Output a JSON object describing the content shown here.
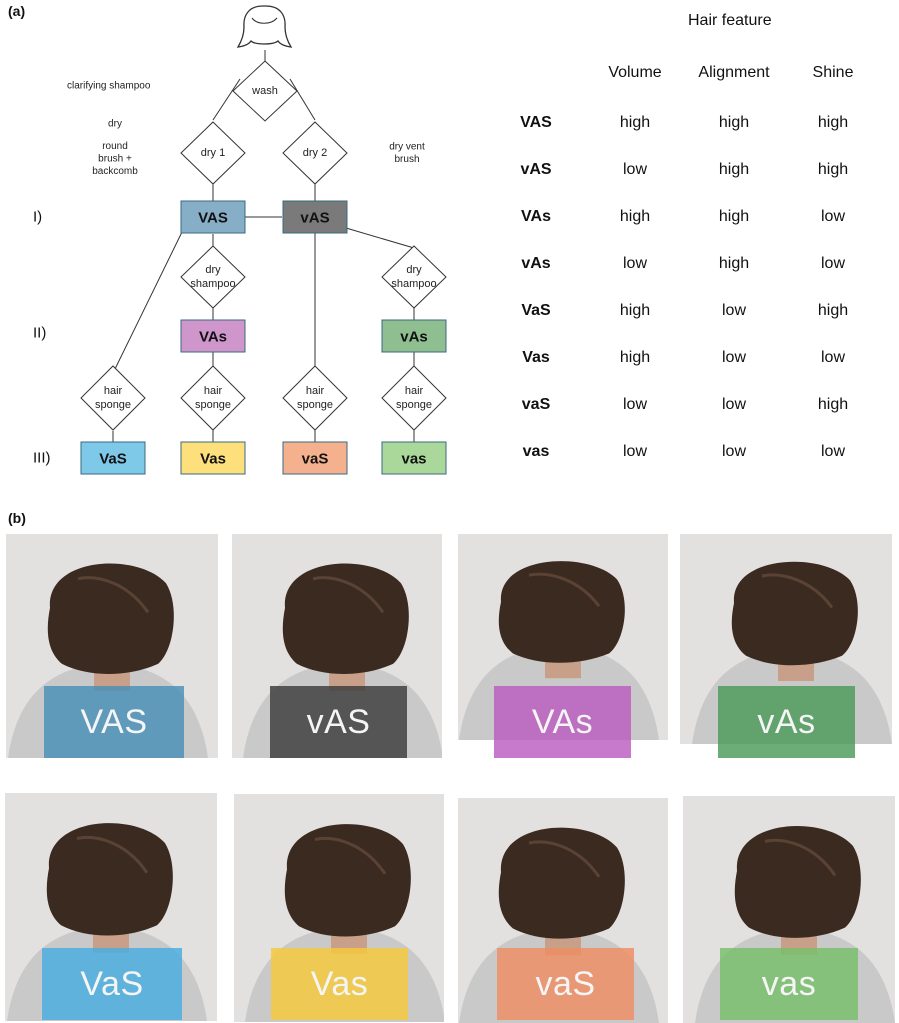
{
  "panel_a_label": "(a)",
  "panel_b_label": "(b)",
  "flow": {
    "notes": {
      "clarifying": "clarifying shampoo",
      "dry": "dry",
      "round_brush": [
        "round",
        "brush +",
        "backcomb"
      ],
      "dry_vent": [
        "dry vent",
        "brush"
      ]
    },
    "decisions": {
      "wash": [
        "wash"
      ],
      "dry1": [
        "dry 1"
      ],
      "dry2": [
        "dry 2"
      ],
      "dryshampoo": [
        "dry",
        "shampoo"
      ],
      "hairsponge": [
        "hair",
        "sponge"
      ]
    },
    "levels": [
      "I)",
      "II)",
      "III)"
    ],
    "states": {
      "VAS": {
        "label": "VAS",
        "color": "#87aec7"
      },
      "vAS": {
        "label": "vAS",
        "color": "#7a7a7a"
      },
      "VAs": {
        "label": "VAs",
        "color": "#cf96cc"
      },
      "vAs": {
        "label": "vAs",
        "color": "#8fbf90"
      },
      "VaS": {
        "label": "VaS",
        "color": "#7ec8e8"
      },
      "Vas": {
        "label": "Vas",
        "color": "#fde07c"
      },
      "vaS": {
        "label": "vaS",
        "color": "#f5b08e"
      },
      "vas": {
        "label": "vas",
        "color": "#a9d89a"
      }
    }
  },
  "table": {
    "title": "Hair feature",
    "columns": [
      "Volume",
      "Alignment",
      "Shine"
    ],
    "rows": [
      {
        "label": "VAS",
        "values": [
          "high",
          "high",
          "high"
        ]
      },
      {
        "label": "vAS",
        "values": [
          "low",
          "high",
          "high"
        ]
      },
      {
        "label": "VAs",
        "values": [
          "high",
          "high",
          "low"
        ]
      },
      {
        "label": "vAs",
        "values": [
          "low",
          "high",
          "low"
        ]
      },
      {
        "label": "VaS",
        "values": [
          "high",
          "low",
          "high"
        ]
      },
      {
        "label": "Vas",
        "values": [
          "high",
          "low",
          "low"
        ]
      },
      {
        "label": "vaS",
        "values": [
          "low",
          "low",
          "high"
        ]
      },
      {
        "label": "vas",
        "values": [
          "low",
          "low",
          "low"
        ]
      }
    ]
  },
  "photos": [
    {
      "label": "VAS",
      "color": "#4a90b8"
    },
    {
      "label": "vAS",
      "color": "#3c3c3c"
    },
    {
      "label": "VAs",
      "color": "#bb5cc0"
    },
    {
      "label": "vAs",
      "color": "#4c9a5a"
    },
    {
      "label": "VaS",
      "color": "#48ade0"
    },
    {
      "label": "Vas",
      "color": "#f7c93a"
    },
    {
      "label": "vaS",
      "color": "#ef8e62"
    },
    {
      "label": "vas",
      "color": "#78c06a"
    }
  ]
}
